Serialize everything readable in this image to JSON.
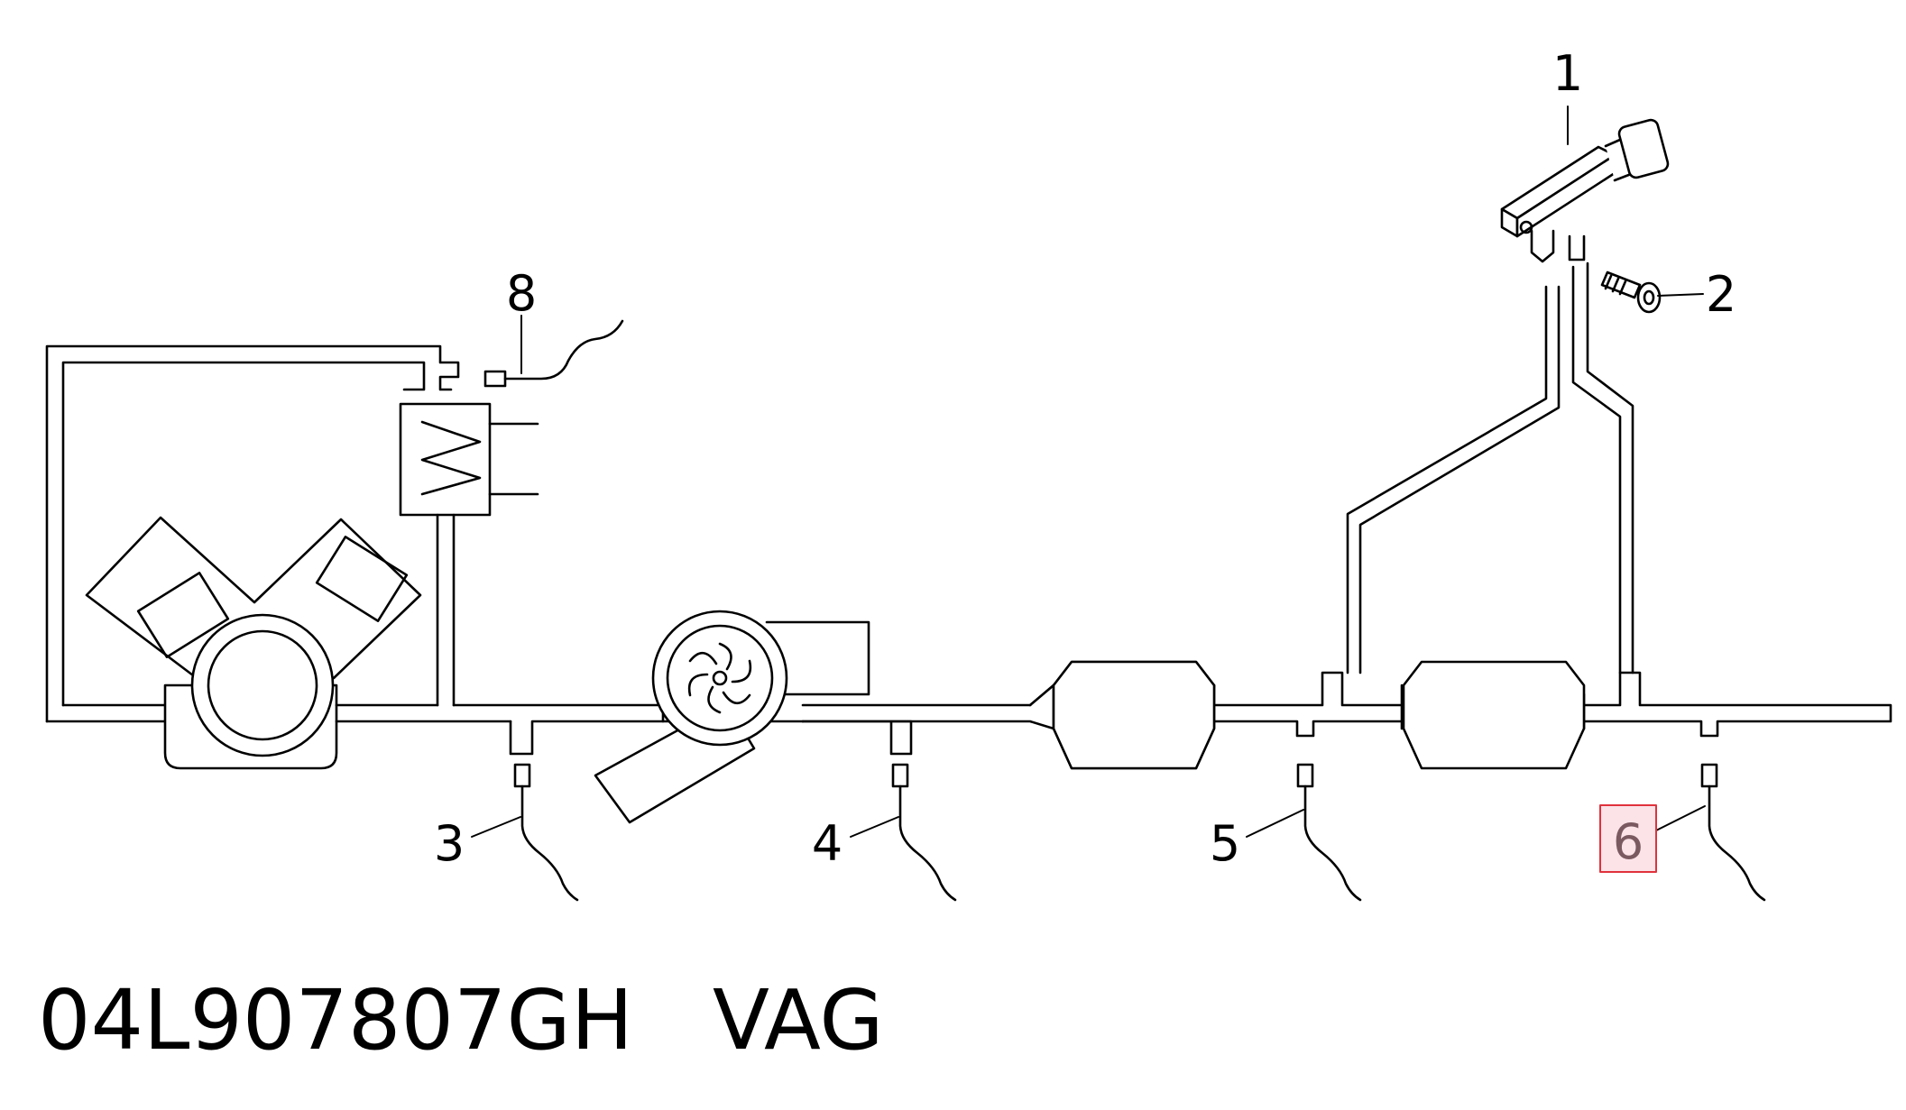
{
  "diagram": {
    "callouts": {
      "c1": "1",
      "c2": "2",
      "c3": "3",
      "c4": "4",
      "c5": "5",
      "c6": "6",
      "c8": "8"
    },
    "highlighted_callout": "6",
    "colors": {
      "line": "#000000",
      "highlight_fill": "#fbe3e8",
      "highlight_stroke": "#e0323c",
      "highlight_text": "#7a5a60"
    }
  },
  "footer": {
    "part_number": "04L907807GH",
    "brand": "VAG"
  }
}
